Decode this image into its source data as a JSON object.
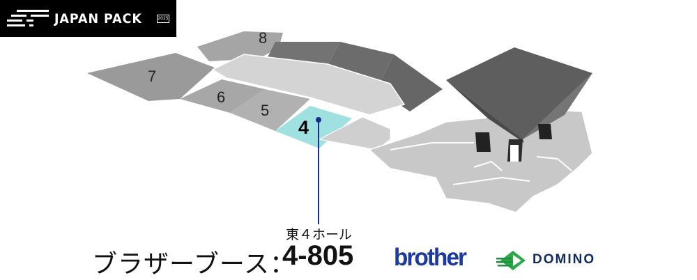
{
  "header": {
    "logo_text": "JAPAN PACK",
    "logo_year": "2025"
  },
  "map": {
    "halls": [
      {
        "id": "7",
        "label": "7"
      },
      {
        "id": "8",
        "label": "8"
      },
      {
        "id": "6",
        "label": "6"
      },
      {
        "id": "5",
        "label": "5"
      },
      {
        "id": "4",
        "label": "4",
        "highlighted": true
      }
    ],
    "highlight_color": "#9fe0e0"
  },
  "booth": {
    "venue_label": "東４ホール",
    "prefix": "ブラザーブース：",
    "number": "4-805"
  },
  "sponsors": {
    "brother": "brother",
    "domino": "DOMINO"
  },
  "colors": {
    "brother_blue": "#1b3a9c",
    "domino_green": "#2aa84a",
    "domino_navy": "#0f2a5c",
    "marker_blue": "#1a2f8a"
  }
}
